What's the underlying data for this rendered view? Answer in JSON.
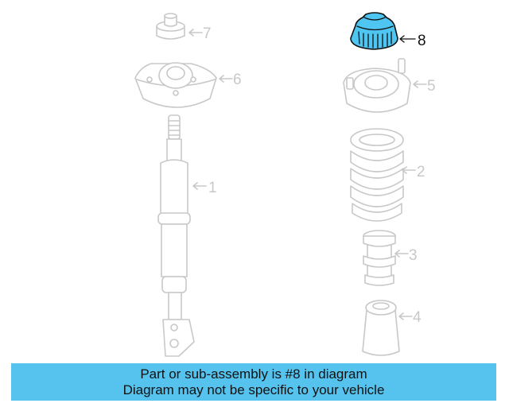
{
  "diagram": {
    "callouts": {
      "c1": "1",
      "c2": "2",
      "c3": "3",
      "c4": "4",
      "c5": "5",
      "c6": "6",
      "c7": "7",
      "c8": "8"
    },
    "highlighted_part": "8",
    "highlight_color": "#4fc6f2",
    "ghost_color": "#c8c8c8"
  },
  "banner": {
    "line1": "Part or sub-assembly is #8 in diagram",
    "line2": "Diagram may not be specific to your vehicle",
    "background": "#55c3ee"
  }
}
